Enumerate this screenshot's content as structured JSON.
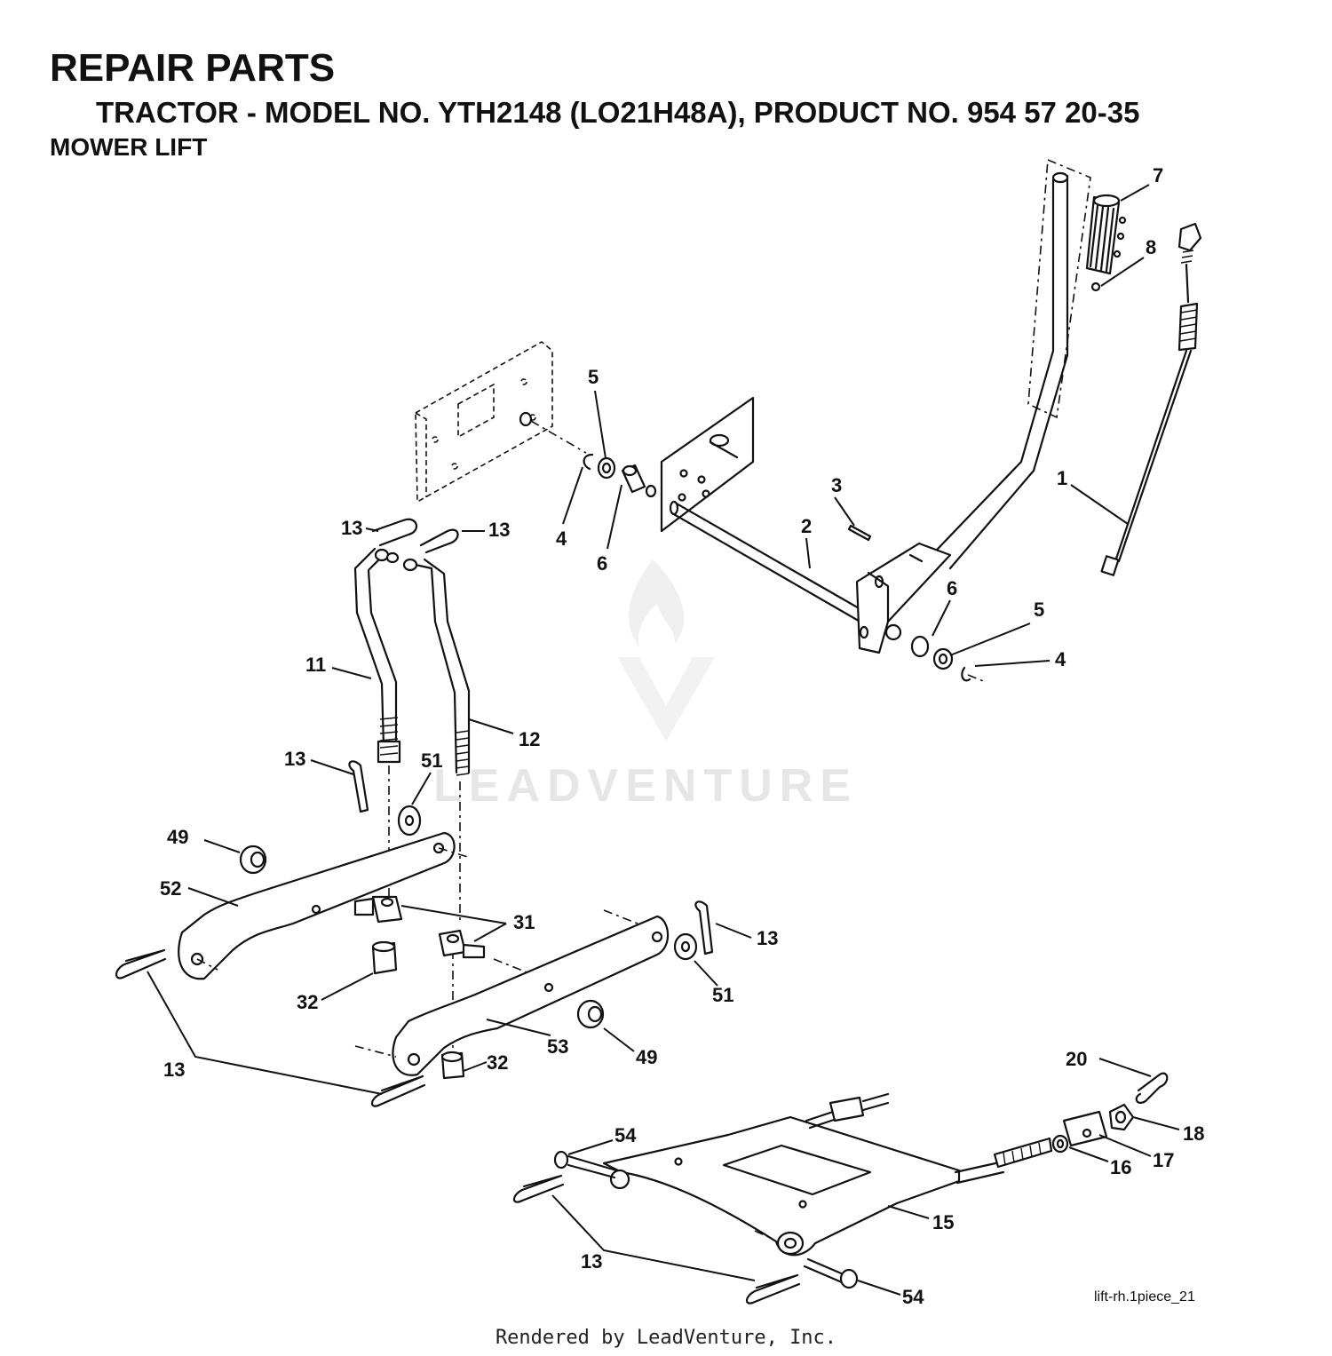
{
  "header": {
    "title": "REPAIR PARTS",
    "subtitle": "TRACTOR - MODEL NO. YTH2148 (LO21H48A), PRODUCT NO. 954 57 20-35",
    "section": "MOWER LIFT"
  },
  "watermark": "LEADVENTURE",
  "callouts": {
    "c1": "1",
    "c2": "2",
    "c3": "3",
    "c4a": "4",
    "c4b": "4",
    "c5a": "5",
    "c5b": "5",
    "c6a": "6",
    "c6b": "6",
    "c7": "7",
    "c8": "8",
    "c11": "11",
    "c12": "12",
    "c13a": "13",
    "c13b": "13",
    "c13c": "13",
    "c13d": "13",
    "c13e": "13",
    "c13f": "13",
    "c15": "15",
    "c16": "16",
    "c17": "17",
    "c18": "18",
    "c20": "20",
    "c31": "31",
    "c32a": "32",
    "c32b": "32",
    "c49a": "49",
    "c49b": "49",
    "c51a": "51",
    "c51b": "51",
    "c52": "52",
    "c53": "53",
    "c54a": "54",
    "c54b": "54"
  },
  "figure_ref": "lift-rh.1piece_21",
  "footer": "Rendered by LeadVenture, Inc."
}
